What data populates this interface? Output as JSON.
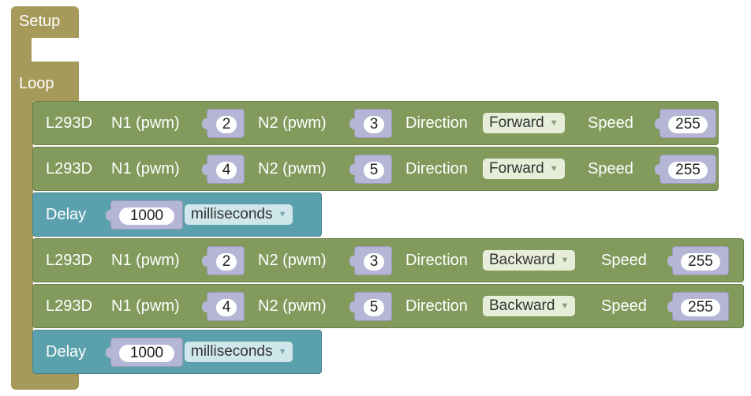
{
  "setup": {
    "label": "Setup"
  },
  "loop": {
    "label": "Loop"
  },
  "blocks": [
    {
      "type": "motor",
      "name": "L293D",
      "n1_label": "N1 (pwm)",
      "n1_value": "2",
      "n2_label": "N2 (pwm)",
      "n2_value": "3",
      "direction_label": "Direction",
      "direction_value": "Forward",
      "speed_label": "Speed",
      "speed_value": "255"
    },
    {
      "type": "motor",
      "name": "L293D",
      "n1_label": "N1 (pwm)",
      "n1_value": "4",
      "n2_label": "N2 (pwm)",
      "n2_value": "5",
      "direction_label": "Direction",
      "direction_value": "Forward",
      "speed_label": "Speed",
      "speed_value": "255"
    },
    {
      "type": "delay",
      "label": "Delay",
      "value": "1000",
      "unit": "milliseconds"
    },
    {
      "type": "motor",
      "name": "L293D",
      "n1_label": "N1 (pwm)",
      "n1_value": "2",
      "n2_label": "N2 (pwm)",
      "n2_value": "3",
      "direction_label": "Direction",
      "direction_value": "Backward",
      "speed_label": "Speed",
      "speed_value": "255"
    },
    {
      "type": "motor",
      "name": "L293D",
      "n1_label": "N1 (pwm)",
      "n1_value": "4",
      "n2_label": "N2 (pwm)",
      "n2_value": "5",
      "direction_label": "Direction",
      "direction_value": "Backward",
      "speed_label": "Speed",
      "speed_value": "255"
    },
    {
      "type": "delay",
      "label": "Delay",
      "value": "1000",
      "unit": "milliseconds"
    }
  ],
  "colors": {
    "loop_block": "#a69a5a",
    "motor_block": "#829b5c",
    "delay_block": "#5aa0ad",
    "value_socket": "#b5b6d6"
  },
  "icons": {
    "dropdown": "chevron-down-icon"
  }
}
